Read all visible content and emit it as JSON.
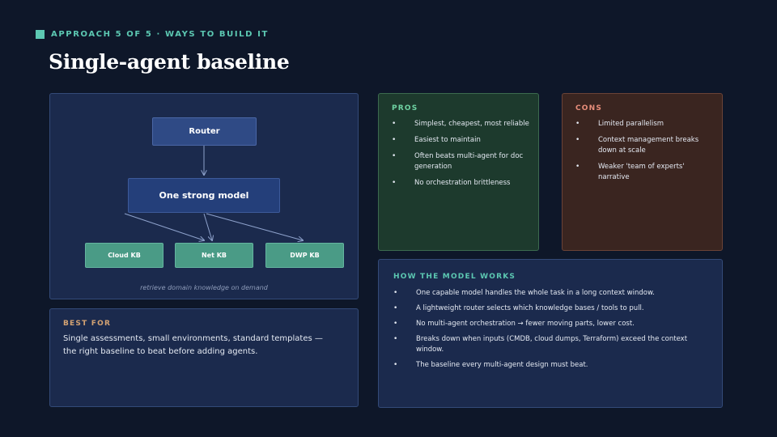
{
  "header": {
    "kicker": "APPROACH 5 OF 5 · WAYS TO BUILD IT",
    "title": "Single-agent baseline"
  },
  "diagram": {
    "router": "Router",
    "model": "One strong model",
    "kbs": [
      "Cloud KB",
      "Net KB",
      "DWP KB"
    ],
    "caption": "retrieve domain knowledge on demand"
  },
  "best_for": {
    "heading": "BEST FOR",
    "text": "Single assessments, small environments, standard templates — the right baseline to beat before adding agents."
  },
  "pros": {
    "heading": "PROS",
    "items": [
      "Simplest, cheapest, most reliable",
      "Easiest to maintain",
      "Often beats multi-agent for doc generation",
      "No orchestration brittleness"
    ]
  },
  "cons": {
    "heading": "CONS",
    "items": [
      "Limited parallelism",
      "Context management breaks down at scale",
      "Weaker 'team of experts' narrative"
    ]
  },
  "how": {
    "heading": "HOW THE MODEL WORKS",
    "items": [
      "One capable model handles the whole task in a long context window.",
      "A lightweight router selects which knowledge bases / tools to pull.",
      "No multi-agent orchestration → fewer moving parts, lower cost.",
      "Breaks down when inputs (CMDB, cloud dumps, Terraform) exceed the context window.",
      "The baseline every multi-agent design must beat."
    ]
  },
  "colors": {
    "background": "#0e1729",
    "accent_teal": "#5cc8b2",
    "pros_heading": "#6fd3a3",
    "cons_heading": "#e98e7b",
    "best_heading": "#d4a373"
  }
}
